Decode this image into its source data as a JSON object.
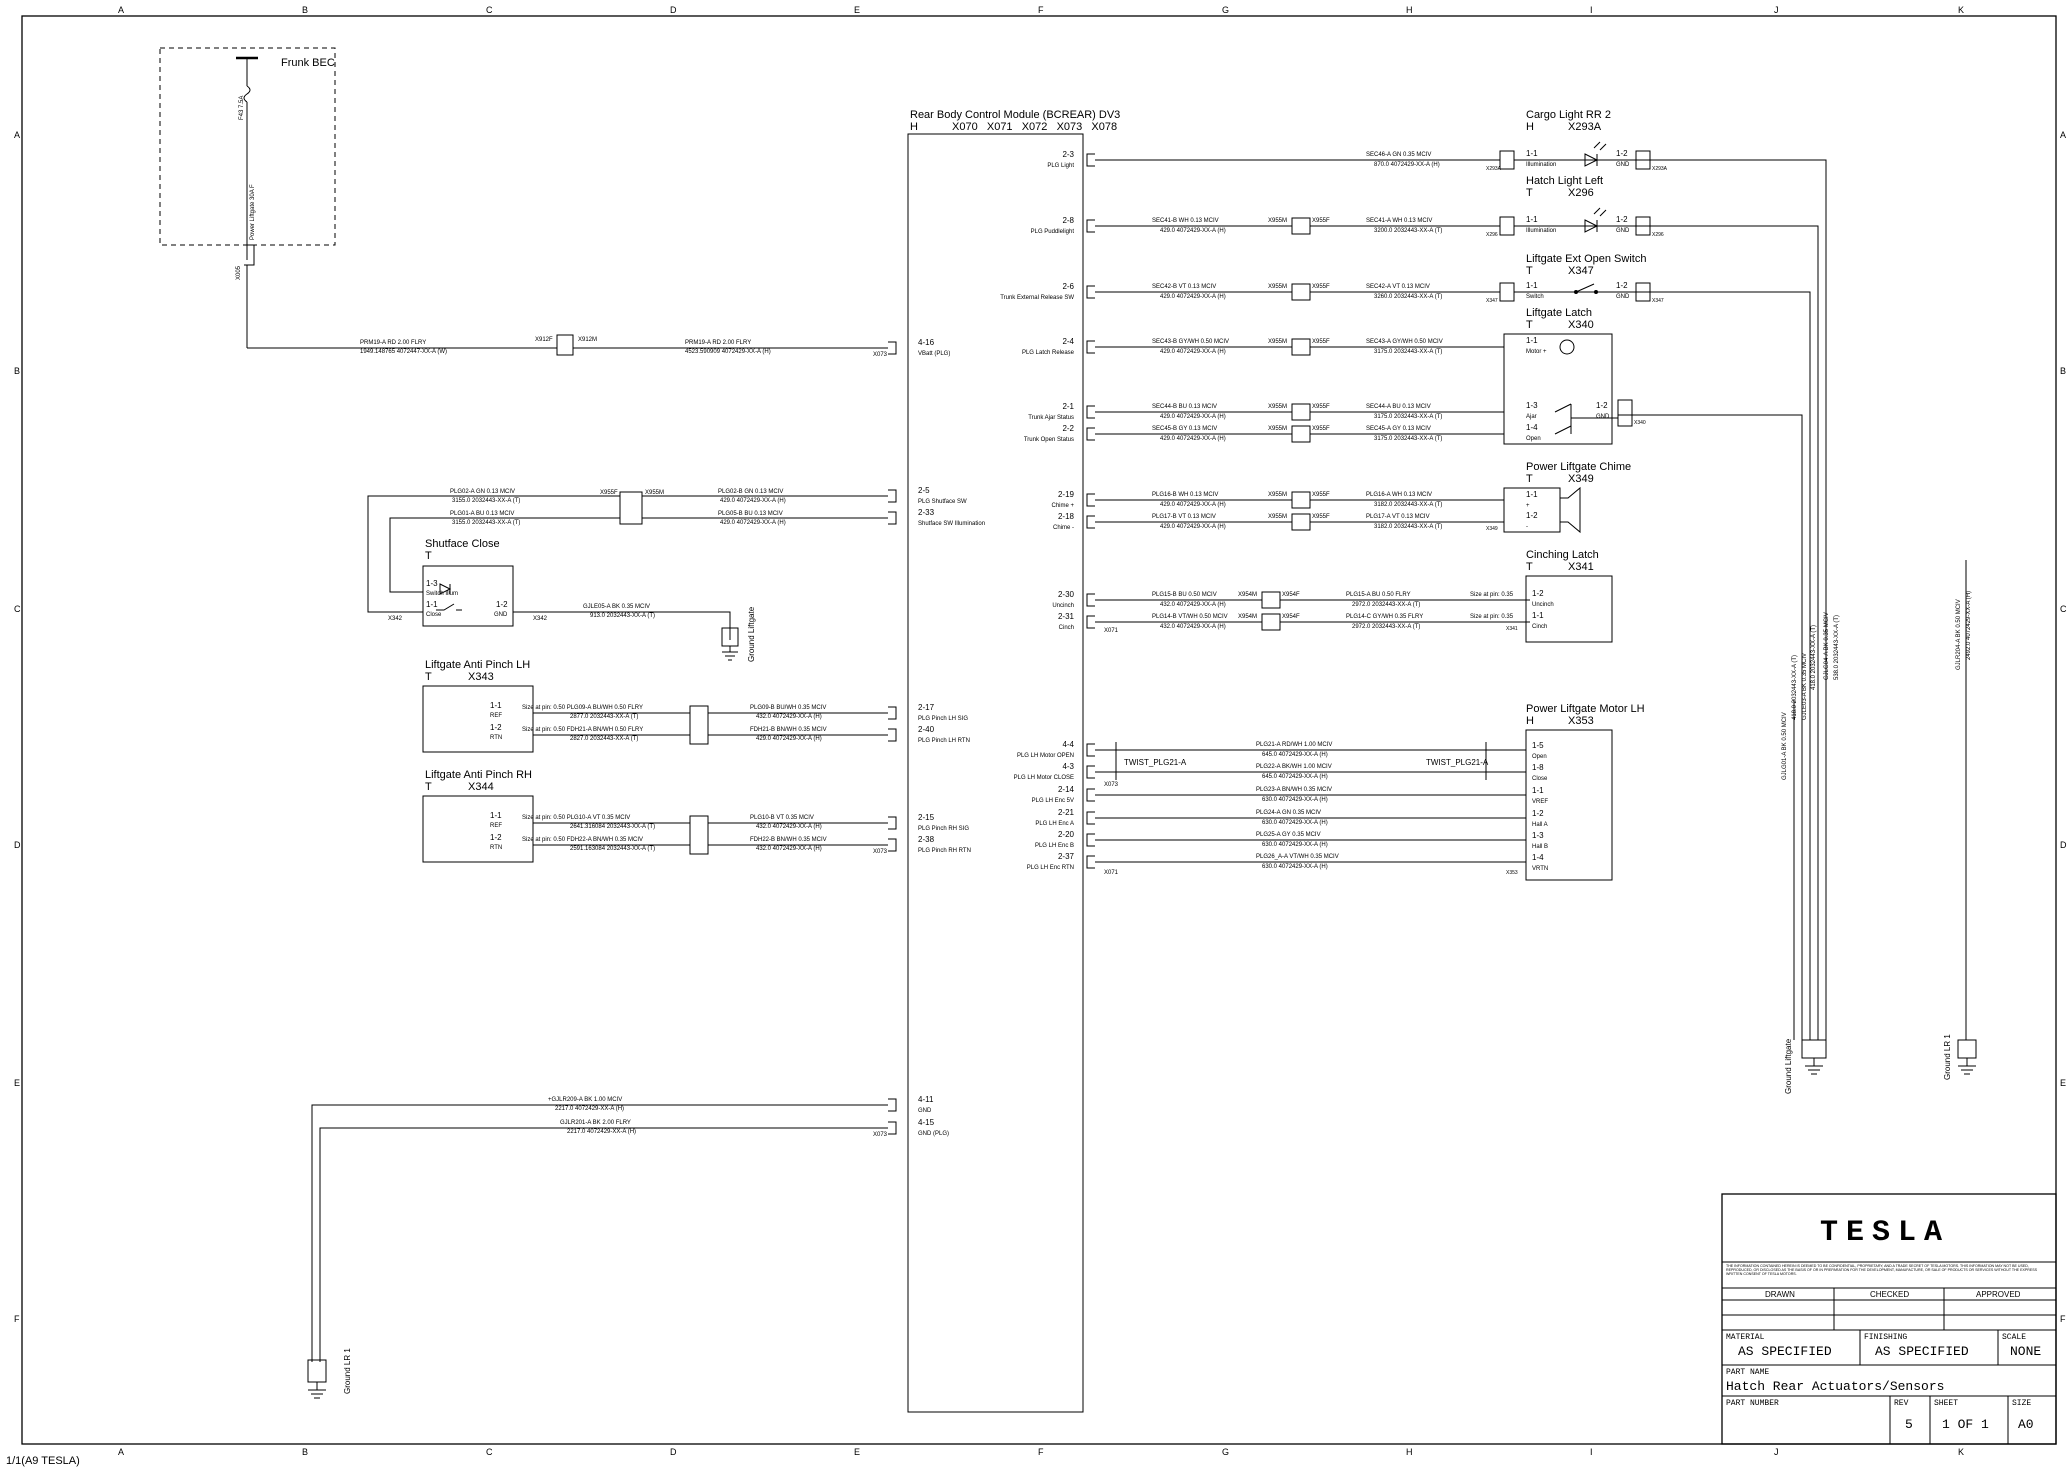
{
  "frame": {
    "cols": [
      "A",
      "B",
      "C",
      "D",
      "E",
      "F",
      "G",
      "H",
      "I",
      "J",
      "K"
    ],
    "rows": [
      "A",
      "B",
      "C",
      "D",
      "E",
      "F"
    ],
    "footer": "1/1(A9 TESLA)"
  },
  "frunk": {
    "title": "Frunk BEC",
    "fuse": "F43 7.5A",
    "pin": "Power Liftgate 30A F",
    "conn": "X005"
  },
  "bcm": {
    "title": "Rear Body Control Module (BCREAR) DV3",
    "harness": "H",
    "conns": "X070   X071   X072   X073   X078",
    "left_pins": [
      {
        "pin": "4-16",
        "label": "VBatt (PLG)",
        "conn": "X073"
      },
      {
        "pin": "2-5",
        "label": "PLG Shutface SW",
        "conn": ""
      },
      {
        "pin": "2-33",
        "label": "Shutface SW Illumination",
        "conn": ""
      },
      {
        "pin": "2-17",
        "label": "PLG Pinch LH SIG",
        "conn": ""
      },
      {
        "pin": "2-40",
        "label": "PLG Pinch LH RTN",
        "conn": ""
      },
      {
        "pin": "2-15",
        "label": "PLG Pinch RH SIG",
        "conn": ""
      },
      {
        "pin": "2-38",
        "label": "PLG Pinch RH RTN",
        "conn": "X073"
      },
      {
        "pin": "4-11",
        "label": "GND",
        "conn": ""
      },
      {
        "pin": "4-15",
        "label": "GND (PLG)",
        "conn": "X073"
      }
    ],
    "right_pins": [
      {
        "pin": "2-3",
        "label": "PLG Light"
      },
      {
        "pin": "2-8",
        "label": "PLG Puddlelight"
      },
      {
        "pin": "2-6",
        "label": "Trunk External Release SW"
      },
      {
        "pin": "2-4",
        "label": "PLG Latch Release"
      },
      {
        "pin": "2-1",
        "label": "Trunk Ajar Status"
      },
      {
        "pin": "2-2",
        "label": "Trunk Open Status"
      },
      {
        "pin": "2-19",
        "label": "Chime +"
      },
      {
        "pin": "2-18",
        "label": "Chime -"
      },
      {
        "pin": "2-30",
        "label": "Uncinch"
      },
      {
        "pin": "2-31",
        "label": "Cinch"
      },
      {
        "pin": "4-4",
        "label": "PLG LH Motor OPEN"
      },
      {
        "pin": "4-3",
        "label": "PLG LH Motor CLOSE"
      },
      {
        "pin": "2-14",
        "label": "PLG LH Enc 5V"
      },
      {
        "pin": "2-21",
        "label": "PLG LH Enc A"
      },
      {
        "pin": "2-20",
        "label": "PLG LH Enc B"
      },
      {
        "pin": "2-37",
        "label": "PLG LH Enc RTN"
      }
    ],
    "right_conns": {
      "cinch": "X071",
      "motor_open": "X073",
      "enc_rtn": "X071"
    }
  },
  "wires_right": [
    {
      "left": "",
      "leftsub": "",
      "right": "SEC46-A   GN   0.35   MCIV",
      "rightsub": "870.0   4072429-XX-A (H)"
    },
    {
      "left": "SEC41-B   WH   0.13   MCIV",
      "leftsub": "429.0   4072429-XX-A (H)",
      "right": "SEC41-A   WH   0.13   MCIV",
      "rightsub": "3200.0   2032443-XX-A (T)"
    },
    {
      "left": "SEC42-B   VT   0.13   MCIV",
      "leftsub": "429.0   4072429-XX-A (H)",
      "right": "SEC42-A   VT   0.13   MCIV",
      "rightsub": "3260.0   2032443-XX-A (T)"
    },
    {
      "left": "SEC43-B   GY/WH   0.50   MCIV",
      "leftsub": "429.0   4072429-XX-A (H)",
      "right": "SEC43-A   GY/WH   0.50   MCIV",
      "rightsub": "3175.0   2032443-XX-A (T)"
    },
    {
      "left": "SEC44-B   BU   0.13   MCIV",
      "leftsub": "429.0   4072429-XX-A (H)",
      "right": "SEC44-A   BU   0.13   MCIV",
      "rightsub": "3175.0   2032443-XX-A (T)"
    },
    {
      "left": "SEC45-B   GY   0.13   MCIV",
      "leftsub": "429.0   4072429-XX-A (H)",
      "right": "SEC45-A   GY   0.13   MCIV",
      "rightsub": "3175.0   2032443-XX-A (T)"
    },
    {
      "left": "PLG16-B   WH   0.13   MCIV",
      "leftsub": "429.0   4072429-XX-A (H)",
      "right": "PLG16-A   WH   0.13   MCIV",
      "rightsub": "3182.0   2032443-XX-A (T)"
    },
    {
      "left": "PLG17-B   VT   0.13   MCIV",
      "leftsub": "429.0   4072429-XX-A (H)",
      "right": "PLG17-A   VT   0.13   MCIV",
      "rightsub": "3182.0   2032443-XX-A (T)"
    },
    {
      "left": "PLG15-B   BU   0.50   MCIV",
      "leftsub": "432.0   4072429-XX-A (H)",
      "right": "PLG15-A   BU   0.50   FLRY",
      "rightsub": "2972.0   2032443-XX-A (T)"
    },
    {
      "left": "PLG14-B   VT/WH   0.50   MCIV",
      "leftsub": "432.0   4072429-XX-A (H)",
      "right": "PLG14-C   GY/WH   0.35   FLRY",
      "rightsub": "2972.0   2032443-XX-A (T)"
    }
  ],
  "splices": {
    "sw": "X955M",
    "sf": "X955F",
    "s4": "X954M",
    "s4f": "X954F"
  },
  "vbatt_wire": {
    "left": "PRM19-A   RD   2.00   FLRY",
    "leftsub": "1949.148765   4072447-XX-A (W)",
    "right": "PRM19-A   RD   2.00   FLRY",
    "rightsub": "4523.590909   4072429-XX-A (H)",
    "c1": "X912F",
    "c2": "X912M"
  },
  "shutface": {
    "title": "Shutface Close",
    "harness": "T",
    "pins": [
      {
        "pin": "1-3",
        "label": "Switch Illum"
      },
      {
        "pin": "1-1",
        "label": "Close"
      },
      {
        "pin": "1-2",
        "label": "GND"
      }
    ],
    "conn": "X342",
    "w1": "PLG02-A   GN   0.13   MCIV",
    "w1s": "3155.0   2032443-XX-A (T)",
    "w2": "PLG01-A   BU   0.13   MCIV",
    "w2s": "3155.0   2032443-XX-A (T)",
    "w3": "PLG02-B   GN   0.13   MCIV",
    "w3s": "429.0   4072429-XX-A (H)",
    "w4": "PLG05-B   BU   0.13   MCIV",
    "w4s": "429.0   4072429-XX-A (H)",
    "gnd": "GJLE05-A   BK   0.35   MCIV",
    "gnds": "913.0   2032443-XX-A (T)",
    "ground_label": "Ground Liftgate"
  },
  "pinch_lh": {
    "title": "Liftgate Anti Pinch LH",
    "harness": "T",
    "conn": "X343",
    "pins": [
      {
        "pin": "1-1",
        "label": "REF"
      },
      {
        "pin": "1-2",
        "label": "RTN"
      }
    ],
    "w1": "Size at pin: 0.50 PLG09-A   BU/WH   0.50   FLRY",
    "w1s": "2877.0   2032443-XX-A (T)",
    "w2": "Size at pin: 0.50    FDH21-A   BN/WH   0.50   FLRY",
    "w2s": "2827.0   2032443-XX-A (T)",
    "w3": "PLG09-B   BU/WH   0.35   MCIV",
    "w3s": "432.0   4072429-XX-A (H)",
    "w4": "FDH21-B   BN/WH   0.35   MCIV",
    "w4s": "429.0   4072429-XX-A (H)"
  },
  "pinch_rh": {
    "title": "Liftgate Anti Pinch RH",
    "harness": "T",
    "conn": "X344",
    "pins": [
      {
        "pin": "1-1",
        "label": "REF"
      },
      {
        "pin": "1-2",
        "label": "RTN"
      }
    ],
    "w1": "Size at pin: 0.50 PLG10-A   VT   0.35   MCIV",
    "w1s": "2641.316084   2032443-XX-A (T)",
    "w2": "Size at pin: 0.50    FDH22-A   BN/WH   0.35   MCIV",
    "w2s": "2591.163084   2032443-XX-A (T)",
    "w3": "PLG10-B   VT   0.35   MCIV",
    "w3s": "432.0   4072429-XX-A (H)",
    "w4": "FDH22-B   BN/WH   0.35   MCIV",
    "w4s": "432.0   4072429-XX-A (H)"
  },
  "gnd_bottom": {
    "w1": "+GJLR209-A   BK   1.00   MCIV",
    "w1s": "2217.0   4072429-XX-A (H)",
    "w2": "GJLR201-A   BK   2.00   FLRY",
    "w2s": "2217.0   4072429-XX-A (H)",
    "label": "Ground LR 1"
  },
  "cargo": {
    "title": "Cargo Light RR 2",
    "harness": "H",
    "conn": "X293A",
    "p1": "1-1",
    "p1l": "Illumination",
    "p2": "1-2",
    "p2l": "GND",
    "c1": "X293A",
    "c2": "X293A"
  },
  "hatch": {
    "title": "Hatch Light Left",
    "harness": "T",
    "conn": "X296",
    "p1": "1-1",
    "p1l": "Illumination",
    "p2": "1-2",
    "p2l": "GND",
    "c1": "X296",
    "c2": "X296"
  },
  "extopen": {
    "title": "Liftgate Ext Open Switch",
    "harness": "T",
    "conn": "X347",
    "p1": "1-1",
    "p1l": "Switch",
    "p2": "1-2",
    "p2l": "GND",
    "c1": "X347",
    "c2": "X347"
  },
  "latch": {
    "title": "Liftgate Latch",
    "harness": "T",
    "conn": "X340",
    "pins": [
      {
        "pin": "1-1",
        "label": "Motor +"
      },
      {
        "pin": "1-3",
        "label": "Ajar"
      },
      {
        "pin": "1-4",
        "label": "Open"
      },
      {
        "pin": "1-2",
        "label": "GND"
      }
    ],
    "c": "X340"
  },
  "chime": {
    "title": "Power Liftgate Chime",
    "harness": "T",
    "conn": "X349",
    "pins": [
      {
        "pin": "1-1",
        "label": "+"
      },
      {
        "pin": "1-2",
        "label": "-"
      }
    ],
    "c": "X349"
  },
  "cinching": {
    "title": "Cinching Latch",
    "harness": "T",
    "conn": "X341",
    "pins": [
      {
        "pin": "1-2",
        "label": "Uncinch"
      },
      {
        "pin": "1-1",
        "label": "Cinch"
      }
    ],
    "sz": "Size at pin: 0.35",
    "c": "X341"
  },
  "motor": {
    "title": "Power Liftgate Motor LH",
    "harness": "H",
    "conn": "X353",
    "pins": [
      {
        "pin": "1-5",
        "label": "Open"
      },
      {
        "pin": "1-8",
        "label": "Close"
      },
      {
        "pin": "1-1",
        "label": "VREF"
      },
      {
        "pin": "1-2",
        "label": "Hall A"
      },
      {
        "pin": "1-3",
        "label": "Hall B"
      },
      {
        "pin": "1-4",
        "label": "VRTN"
      }
    ],
    "twist": "TWIST_PLG21-A",
    "c": "X353"
  },
  "motor_wires": [
    {
      "w": "PLG21-A   RD/WH   1.00   MCIV",
      "s": "645.0   4072429-XX-A (H)"
    },
    {
      "w": "PLG22-A   BK/WH   1.00   MCIV",
      "s": "645.0   4072429-XX-A (H)"
    },
    {
      "w": "PLG23-A   BN/WH   0.35   MCIV",
      "s": "630.0   4072429-XX-A (H)"
    },
    {
      "w": "PLG24-A   GN   0.35   MCIV",
      "s": "630.0   4072429-XX-A (H)"
    },
    {
      "w": "PLG25-A   GY   0.35   MCIV",
      "s": "630.0   4072429-XX-A (H)"
    },
    {
      "w": "PLG26_A-A   VT/WH   0.35   MCIV",
      "s": "630.0   4072429-XX-A (H)"
    }
  ],
  "ground_right": {
    "liftgate_label": "Ground Liftgate",
    "lr_label": "Ground LR 1",
    "v1": "GJLG01-A   BK   0.50   MCIV",
    "v1s": "418.0   2032443-XX-A (T)",
    "v2": "GJLE03-A   BK   0.35   MCIV",
    "v2s": "418.0   2032443-XX-A (T)",
    "v3": "GJLG04-A   BK   0.35   MCIV",
    "v3s": "538.0   2032443-XX-A (T)",
    "v4": "GJLR204-A   BK   0.50   MCIV",
    "v4s": "2492.0   4072429-XX-A (H)"
  },
  "titleblock": {
    "logo": "TESLA",
    "notice": "THE INFORMATION CONTAINED HEREIN IS DEEMED TO BE CONFIDENTIAL, PROPRIETARY, AND A TRADE SECRET OF TESLA MOTORS. THIS INFORMATION MAY NOT BE USED, REPRODUCED, OR DISCLOSED AS THE BASIS OF OR IN PREPARATION FOR THE DEVELOPMENT, MANUFACTURE, OR SALE OF PRODUCTS OR SERVICES WITHOUT THE EXPRESS WRITTEN CONSENT OF TESLA MOTORS.",
    "drawn": "DRAWN",
    "checked": "CHECKED",
    "approved": "APPROVED",
    "material_lbl": "MATERIAL",
    "material": "AS SPECIFIED",
    "finishing_lbl": "FINISHING",
    "finishing": "AS SPECIFIED",
    "scale_lbl": "SCALE",
    "scale": "NONE",
    "partname_lbl": "PART NAME",
    "partname": "Hatch Rear Actuators/Sensors",
    "partnumber_lbl": "PART NUMBER",
    "rev_lbl": "REV",
    "rev": "5",
    "sheet_lbl": "SHEET",
    "sheet": "1 OF 1",
    "size_lbl": "SIZE",
    "size": "A0"
  }
}
